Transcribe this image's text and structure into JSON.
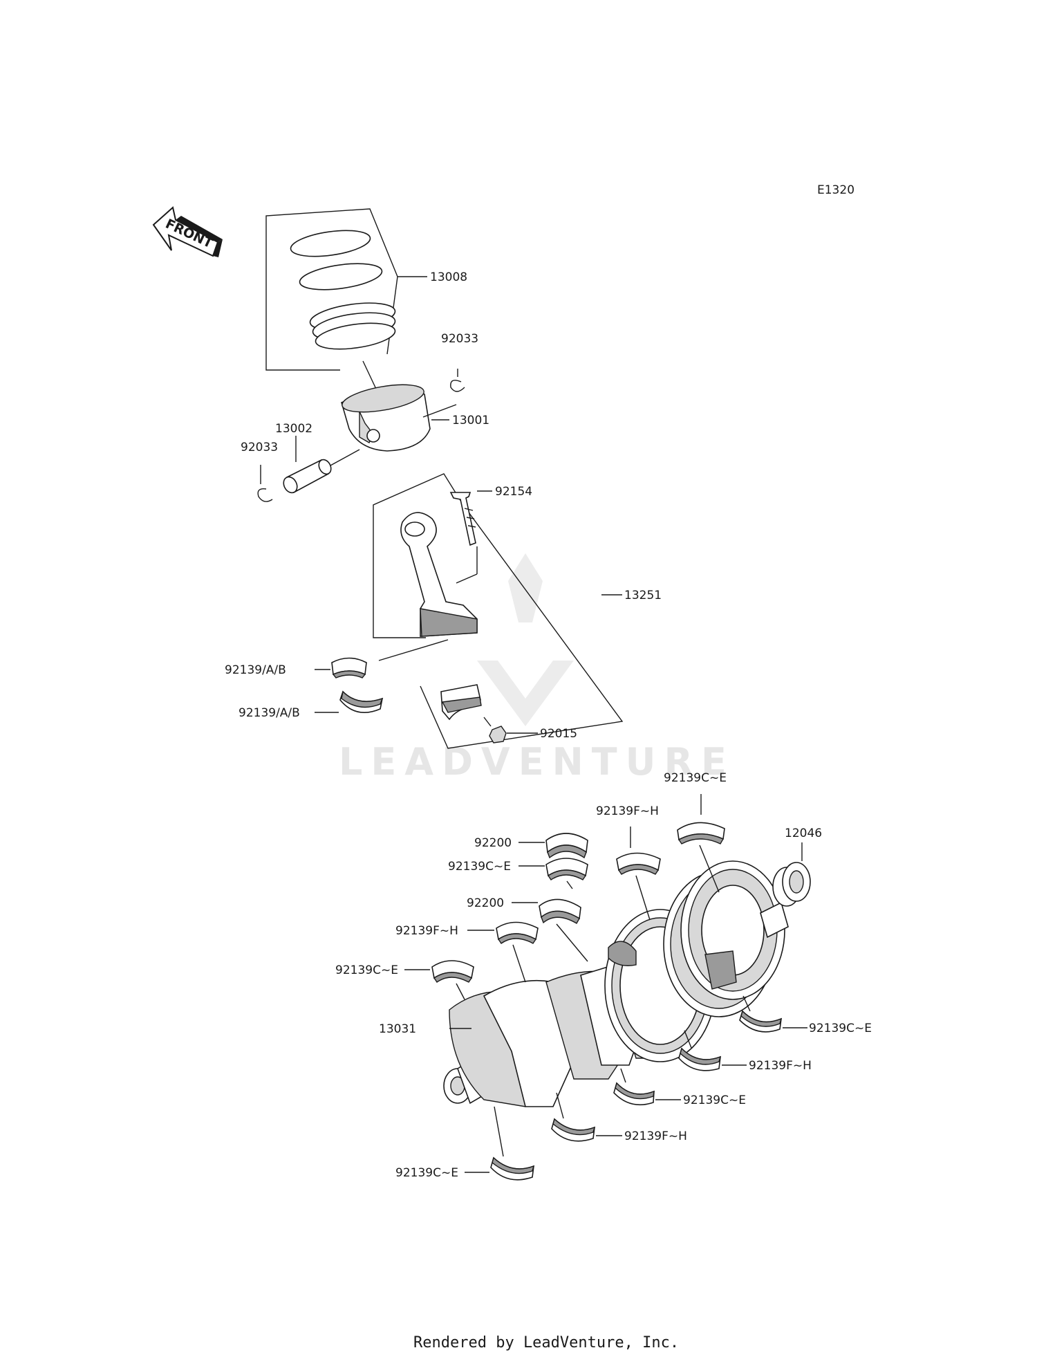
{
  "diagram_code": "E1320",
  "front_label": "FRONT",
  "watermark": "LEADVENTURE",
  "footer": "Rendered by LeadVenture, Inc.",
  "callouts": {
    "rings": "13008",
    "circlip_right": "92033",
    "piston": "13001",
    "pin": "13002",
    "circlip_left": "92033",
    "conrod_bolt": "92154",
    "conrod": "13251",
    "bearing_upper_left": "92139/A/B",
    "bearing_lower_left": "92139/A/B",
    "conrod_nut": "92015",
    "bearing_top": "92139C~E",
    "bearing_fh_top": "92139F~H",
    "gear": "12046",
    "thrust_upper": "92200",
    "bearing_ce_2": "92139C~E",
    "thrust_lower": "92200",
    "bearing_fh_2": "92139F~H",
    "bearing_ce_3": "92139C~E",
    "crankshaft": "13031",
    "bearing_ce_right": "92139C~E",
    "bearing_fh_right": "92139F~H",
    "bearing_ce_mid": "92139C~E",
    "bearing_fh_low": "92139F~H",
    "bearing_ce_bottom": "92139C~E"
  }
}
